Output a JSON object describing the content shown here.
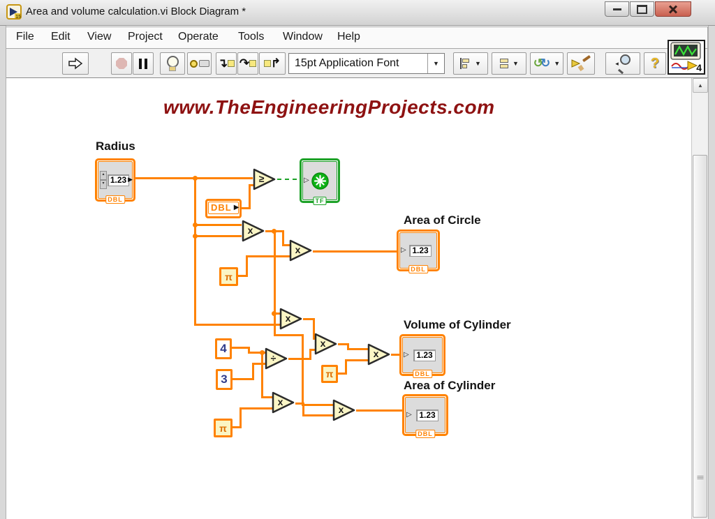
{
  "window": {
    "title": "Area and volume calculation.vi Block Diagram *",
    "app_icon_badge": "15"
  },
  "menu": {
    "items": [
      "File",
      "Edit",
      "View",
      "Project",
      "Operate",
      "Tools",
      "Window",
      "Help"
    ]
  },
  "toolbar": {
    "font_selector": "15pt Application Font",
    "vi_icon_count": "4"
  },
  "icons": {
    "dropdown_arrow": "▼",
    "scroll_up_arrow": "▲",
    "step_into": "↴",
    "step_over": "↷",
    "step_out": "↱",
    "swirl_left": "↺",
    "swirl_right": "↻",
    "help_glyph": "?",
    "input_arrow": "▷",
    "output_arrow": "▶",
    "search_pointer": "◂",
    "spinner_up": "▴",
    "spinner_down": "▾"
  },
  "diagram": {
    "watermark": "www.TheEngineeringProjects.com",
    "radius": {
      "label": "Radius",
      "value": "1.23",
      "type_label": "DBL"
    },
    "indicators": {
      "area_circle": {
        "label": "Area of Circle",
        "value": "1.23",
        "type_label": "DBL"
      },
      "volume_cylinder": {
        "label": "Volume of Cylinder",
        "value": "1.23",
        "type_label": "DBL"
      },
      "area_cylinder": {
        "label": "Area of Cylinder",
        "value": "1.23",
        "type_label": "DBL"
      },
      "boolean": {
        "type_label": "TF"
      }
    },
    "constants": {
      "dbl": "DBL",
      "four": "4",
      "three": "3",
      "pi": "π"
    },
    "operators": {
      "multiply": "x",
      "divide": "÷",
      "greater_equal": "≥"
    },
    "colors": {
      "wire_orange": "#FF8200",
      "node_fill": "#FBF6C6",
      "boolean_green": "#1CA127",
      "watermark_red": "#8E1212"
    }
  }
}
